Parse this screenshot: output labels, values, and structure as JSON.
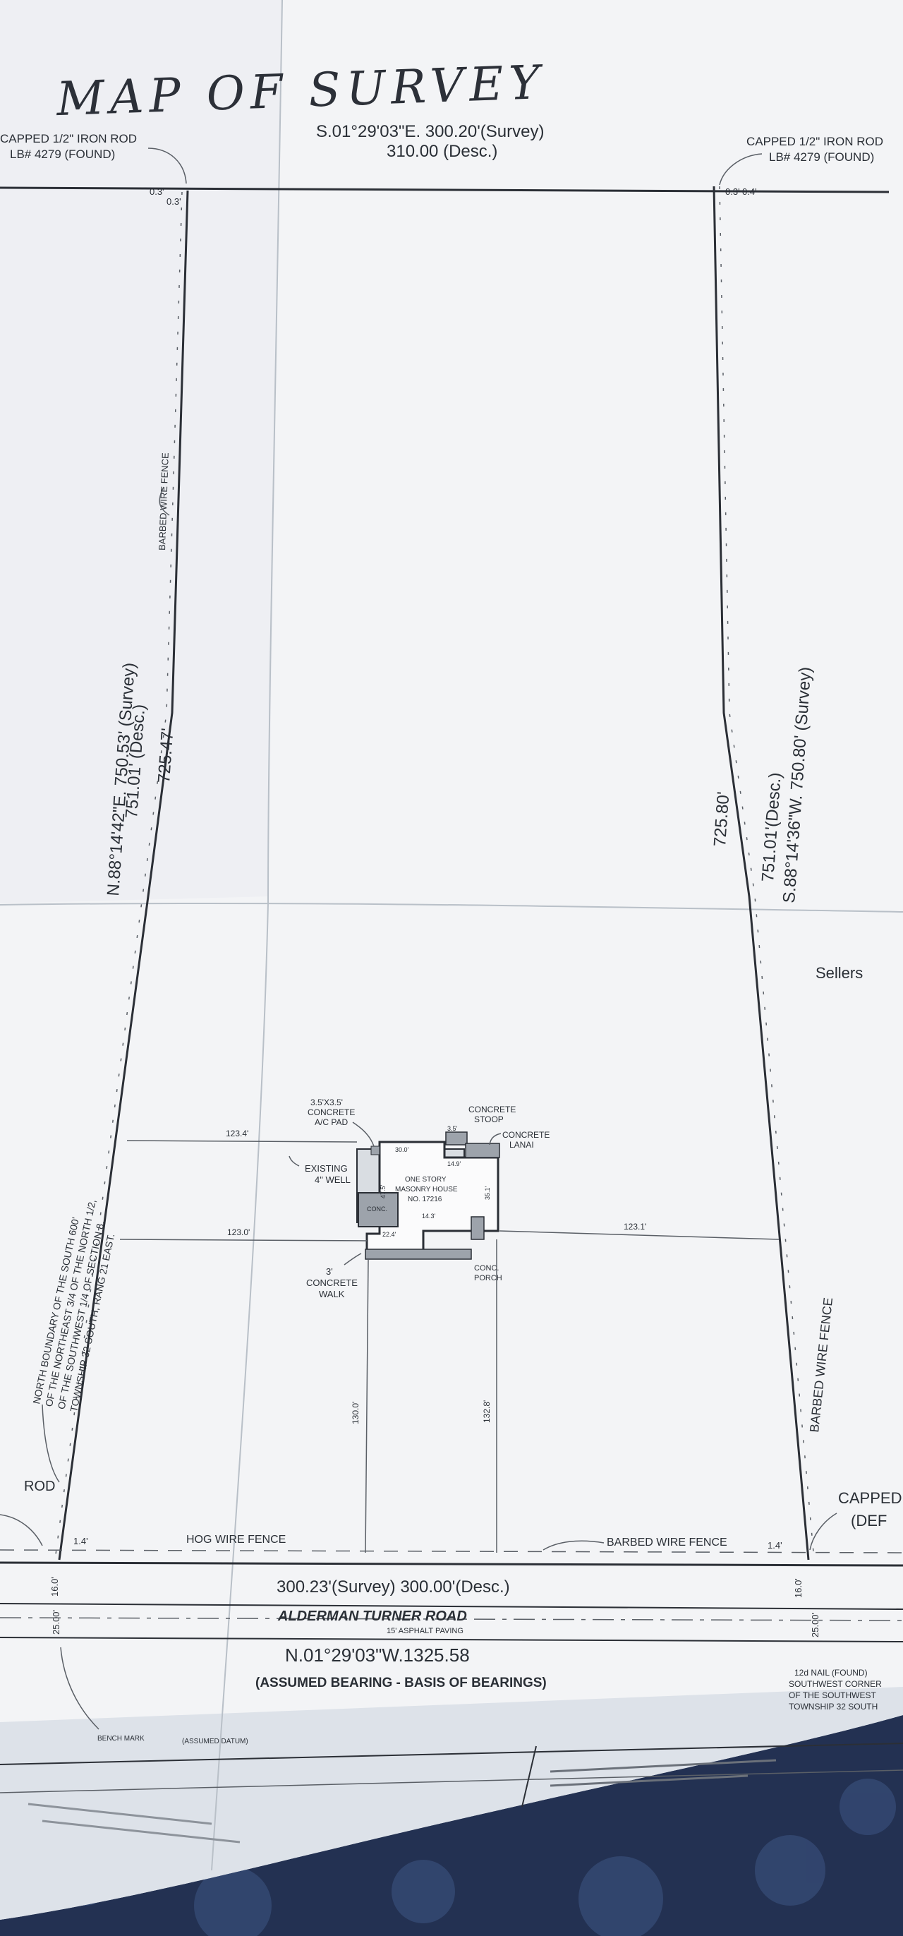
{
  "survey": {
    "title": "MAP OF SURVEY",
    "top_bearing": "S.01°29'03\"E. 300.20'(Survey)",
    "top_desc": "310.00 (Desc.)",
    "nw_corner": [
      "CAPPED 1/2\" IRON ROD",
      "LB# 4279 (FOUND)"
    ],
    "ne_corner": [
      "CAPPED 1/2\" IRON ROD",
      "LB# 4279 (FOUND)"
    ],
    "nw_offsets": [
      "0.3'",
      "0.3'"
    ],
    "ne_offsets": [
      "0.3'",
      "0.4'"
    ],
    "west_bearing": "N.88°14'42\"E. 750.53' (Survey)",
    "west_desc": "751.01' (Desc.)",
    "west_inner": "725.47'",
    "east_bearing": "S.88°14'36\"W. 750.80' (Survey)",
    "east_desc": "751.01'(Desc.)",
    "east_inner": "725.80'",
    "west_fence": "BARBED WIRE FENCE",
    "east_fence": "BARBED WIRE FENCE",
    "ac_pad": [
      "3.5'X3.5'",
      "CONCRETE",
      "A/C PAD"
    ],
    "well": [
      "EXISTING",
      "4\" WELL"
    ],
    "stoop": [
      "CONCRETE",
      "STOOP"
    ],
    "lanai": [
      "CONCRETE",
      "LANAI"
    ],
    "house": [
      "ONE STORY",
      "MASONRY HOUSE",
      "NO. 17216"
    ],
    "walk": [
      "3'",
      "CONCRETE",
      "WALK"
    ],
    "porch": [
      "CONC.",
      "PORCH"
    ],
    "conc": "CONC.",
    "dim_west_upper": "123.4'",
    "dim_west_lower": "123.0'",
    "dim_east": "123.1'",
    "dim_house_left": "130.0'",
    "dim_house_right": "132.8'",
    "house_dims": [
      "30.0'",
      "47.5'",
      "22.4'",
      "14.9'",
      "14.3'",
      "35.1'",
      "3.5'"
    ],
    "north_boundary": [
      "NORTH BOUNDARY OF THE SOUTH 600'",
      "OF THE NORTHEAST 3/4 OF THE NORTH 1/2,",
      "OF THE SOUTHWEST 1/4 OF SECTION 8,",
      "TOWNSHIP 32 SOUTH, RANG 21 EAST."
    ],
    "hog_fence": "HOG WIRE FENCE",
    "barbed_fence_bottom": "BARBED WIRE FENCE",
    "bottom_bearing": "300.23'(Survey) 300.00'(Desc.)",
    "road_name": "ALDERMAN TURNER ROAD",
    "road_paving": "15' ASPHALT PAVING",
    "road_bearing": "N.01°29'03\"W.1325.58",
    "basis": "(ASSUMED BEARING - BASIS OF BEARINGS)",
    "sw_offsets": [
      "1.4'",
      "16.0'",
      "25.00'"
    ],
    "se_offsets": [
      "1.4'",
      "16.0'",
      "25.00'"
    ],
    "rod_left": "ROD",
    "capped_right": [
      "CAPPED",
      "(DEF"
    ],
    "nail_note": [
      "12d NAIL (FOUND)",
      "SOUTHWEST CORNER",
      "OF THE SOUTHWEST",
      "TOWNSHIP 32 SOUTH"
    ],
    "bench_mark": "BENCH MARK",
    "datum": "(ASSUMED DATUM)",
    "edge_text": "Sellers"
  },
  "colors": {
    "paper": "#f4f5f7",
    "paper_shadow": "#e6e9ee",
    "ink": "#2b2f36",
    "fabric": "#1f2a44"
  }
}
